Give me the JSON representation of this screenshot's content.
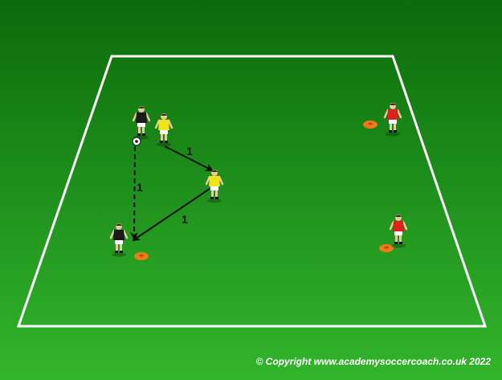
{
  "diagram": {
    "copyright": "© Copyright www.academysoccercoach.co.uk 2022",
    "pass_labels": [
      "1",
      "1",
      "1"
    ],
    "colors": {
      "pitch_top": "#0b6b0b",
      "pitch_bottom": "#33b52c",
      "lines": "#ffffff",
      "cone": "#f07a1a",
      "team_black": "#1a1a1a",
      "team_yellow": "#f2e21a",
      "team_red": "#d8241d",
      "shorts": "#ffffff"
    },
    "icons": [
      "soccer-ball-icon",
      "cone-icon",
      "player-icon"
    ]
  }
}
